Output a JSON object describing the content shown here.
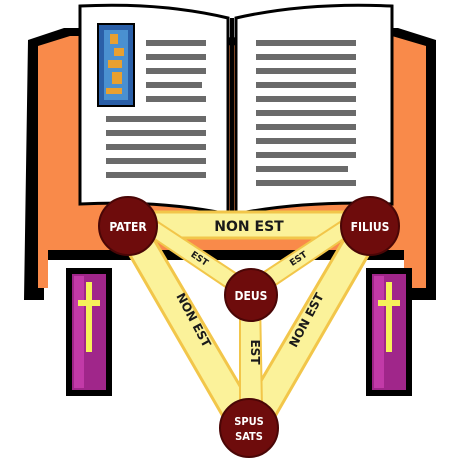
{
  "nodes": {
    "pater": "PATER",
    "filius": "FILIUS",
    "deus": "DEUS",
    "spiritus_line1": "SPUS",
    "spiritus_line2": "SATS"
  },
  "links": {
    "pater_filius": "NON EST",
    "pater_spiritus": "NON EST",
    "filius_spiritus": "NON EST",
    "pater_deus": "EST",
    "filius_deus": "EST",
    "deus_spiritus": "EST"
  },
  "colors": {
    "book_cover": "#f98a4a",
    "book_edge": "#000000",
    "page": "#ffffff",
    "text_lines": "#666666",
    "bookmark": "#4a90d0",
    "bookmark_accent": "#e8a030",
    "node_fill": "#6e0c0c",
    "band_fill": "#fbf29a",
    "band_stroke": "#f2c64a",
    "candle_body": "#a0268a",
    "candle_cross": "#f6f25a"
  }
}
